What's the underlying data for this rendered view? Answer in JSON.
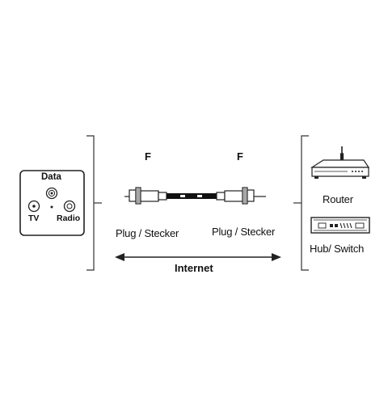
{
  "wall_socket": {
    "data_label": "Data",
    "tv_label": "TV",
    "radio_label": "Radio"
  },
  "cable": {
    "left_connector_type": "F",
    "right_connector_type": "F",
    "left_plug_label": "Plug / Stecker",
    "right_plug_label": "Plug / Stecker"
  },
  "connection_label": "Internet",
  "devices": {
    "router_label": "Router",
    "hub_label": "Hub/ Switch"
  },
  "icons": {
    "wall_socket": "wall-socket-icon",
    "cable": "coax-cable-icon",
    "router": "router-icon",
    "hub": "hub-switch-icon",
    "arrow": "double-arrow-icon"
  }
}
